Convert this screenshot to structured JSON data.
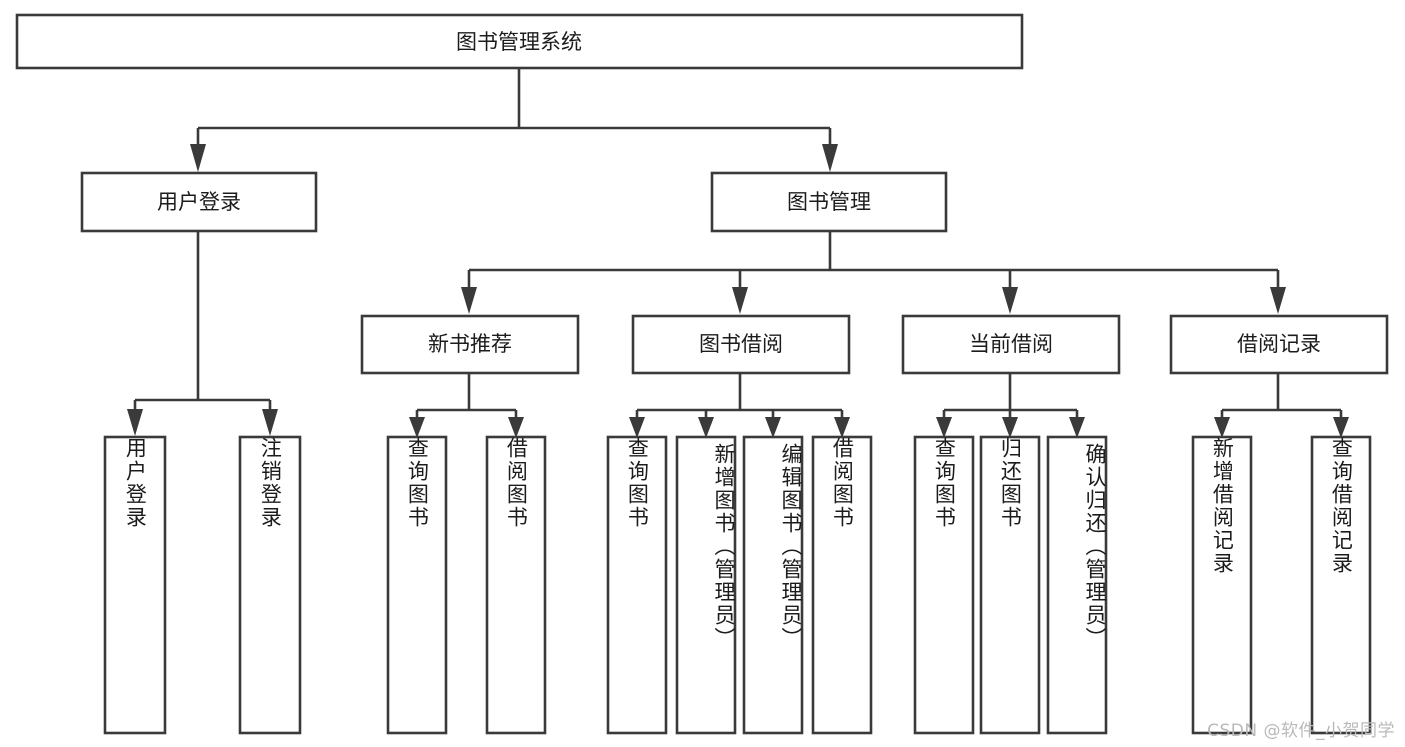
{
  "diagram": {
    "title": "图书管理系统",
    "root": {
      "id": "root",
      "label": "图书管理系统"
    },
    "level2": [
      {
        "id": "user-login",
        "label": "用户登录"
      },
      {
        "id": "book-management",
        "label": "图书管理"
      }
    ],
    "level3": [
      {
        "id": "new-book-recommend",
        "label": "新书推荐"
      },
      {
        "id": "book-borrow",
        "label": "图书借阅"
      },
      {
        "id": "current-borrow",
        "label": "当前借阅"
      },
      {
        "id": "borrow-record",
        "label": "借阅记录"
      }
    ],
    "leaves": {
      "user_login": [
        {
          "id": "leaf-user-login",
          "label": "用户登录"
        },
        {
          "id": "leaf-logout",
          "label": "注销登录"
        }
      ],
      "new_book_recommend": [
        {
          "id": "leaf-query-book-1",
          "label": "查询图书"
        },
        {
          "id": "leaf-borrow-book-1",
          "label": "借阅图书"
        }
      ],
      "book_borrow": [
        {
          "id": "leaf-query-book-2",
          "label": "查询图书"
        },
        {
          "id": "leaf-add-book",
          "label": "新增图书（管理员）"
        },
        {
          "id": "leaf-edit-book",
          "label": "编辑图书（管理员）"
        },
        {
          "id": "leaf-borrow-book-2",
          "label": "借阅图书"
        }
      ],
      "current_borrow": [
        {
          "id": "leaf-query-book-3",
          "label": "查询图书"
        },
        {
          "id": "leaf-return-book",
          "label": "归还图书"
        },
        {
          "id": "leaf-confirm-return",
          "label": "确认归还（管理员）"
        }
      ],
      "borrow_record": [
        {
          "id": "leaf-add-record",
          "label": "新增借阅记录"
        },
        {
          "id": "leaf-query-record",
          "label": "查询借阅记录"
        }
      ]
    },
    "colors": {
      "stroke": "#3a3a3a",
      "fill": "#ffffff",
      "text": "#1c1c1c",
      "watermark": "#b9b9b9"
    }
  },
  "watermark": {
    "text": "CSDN @软件_小贺同学"
  }
}
